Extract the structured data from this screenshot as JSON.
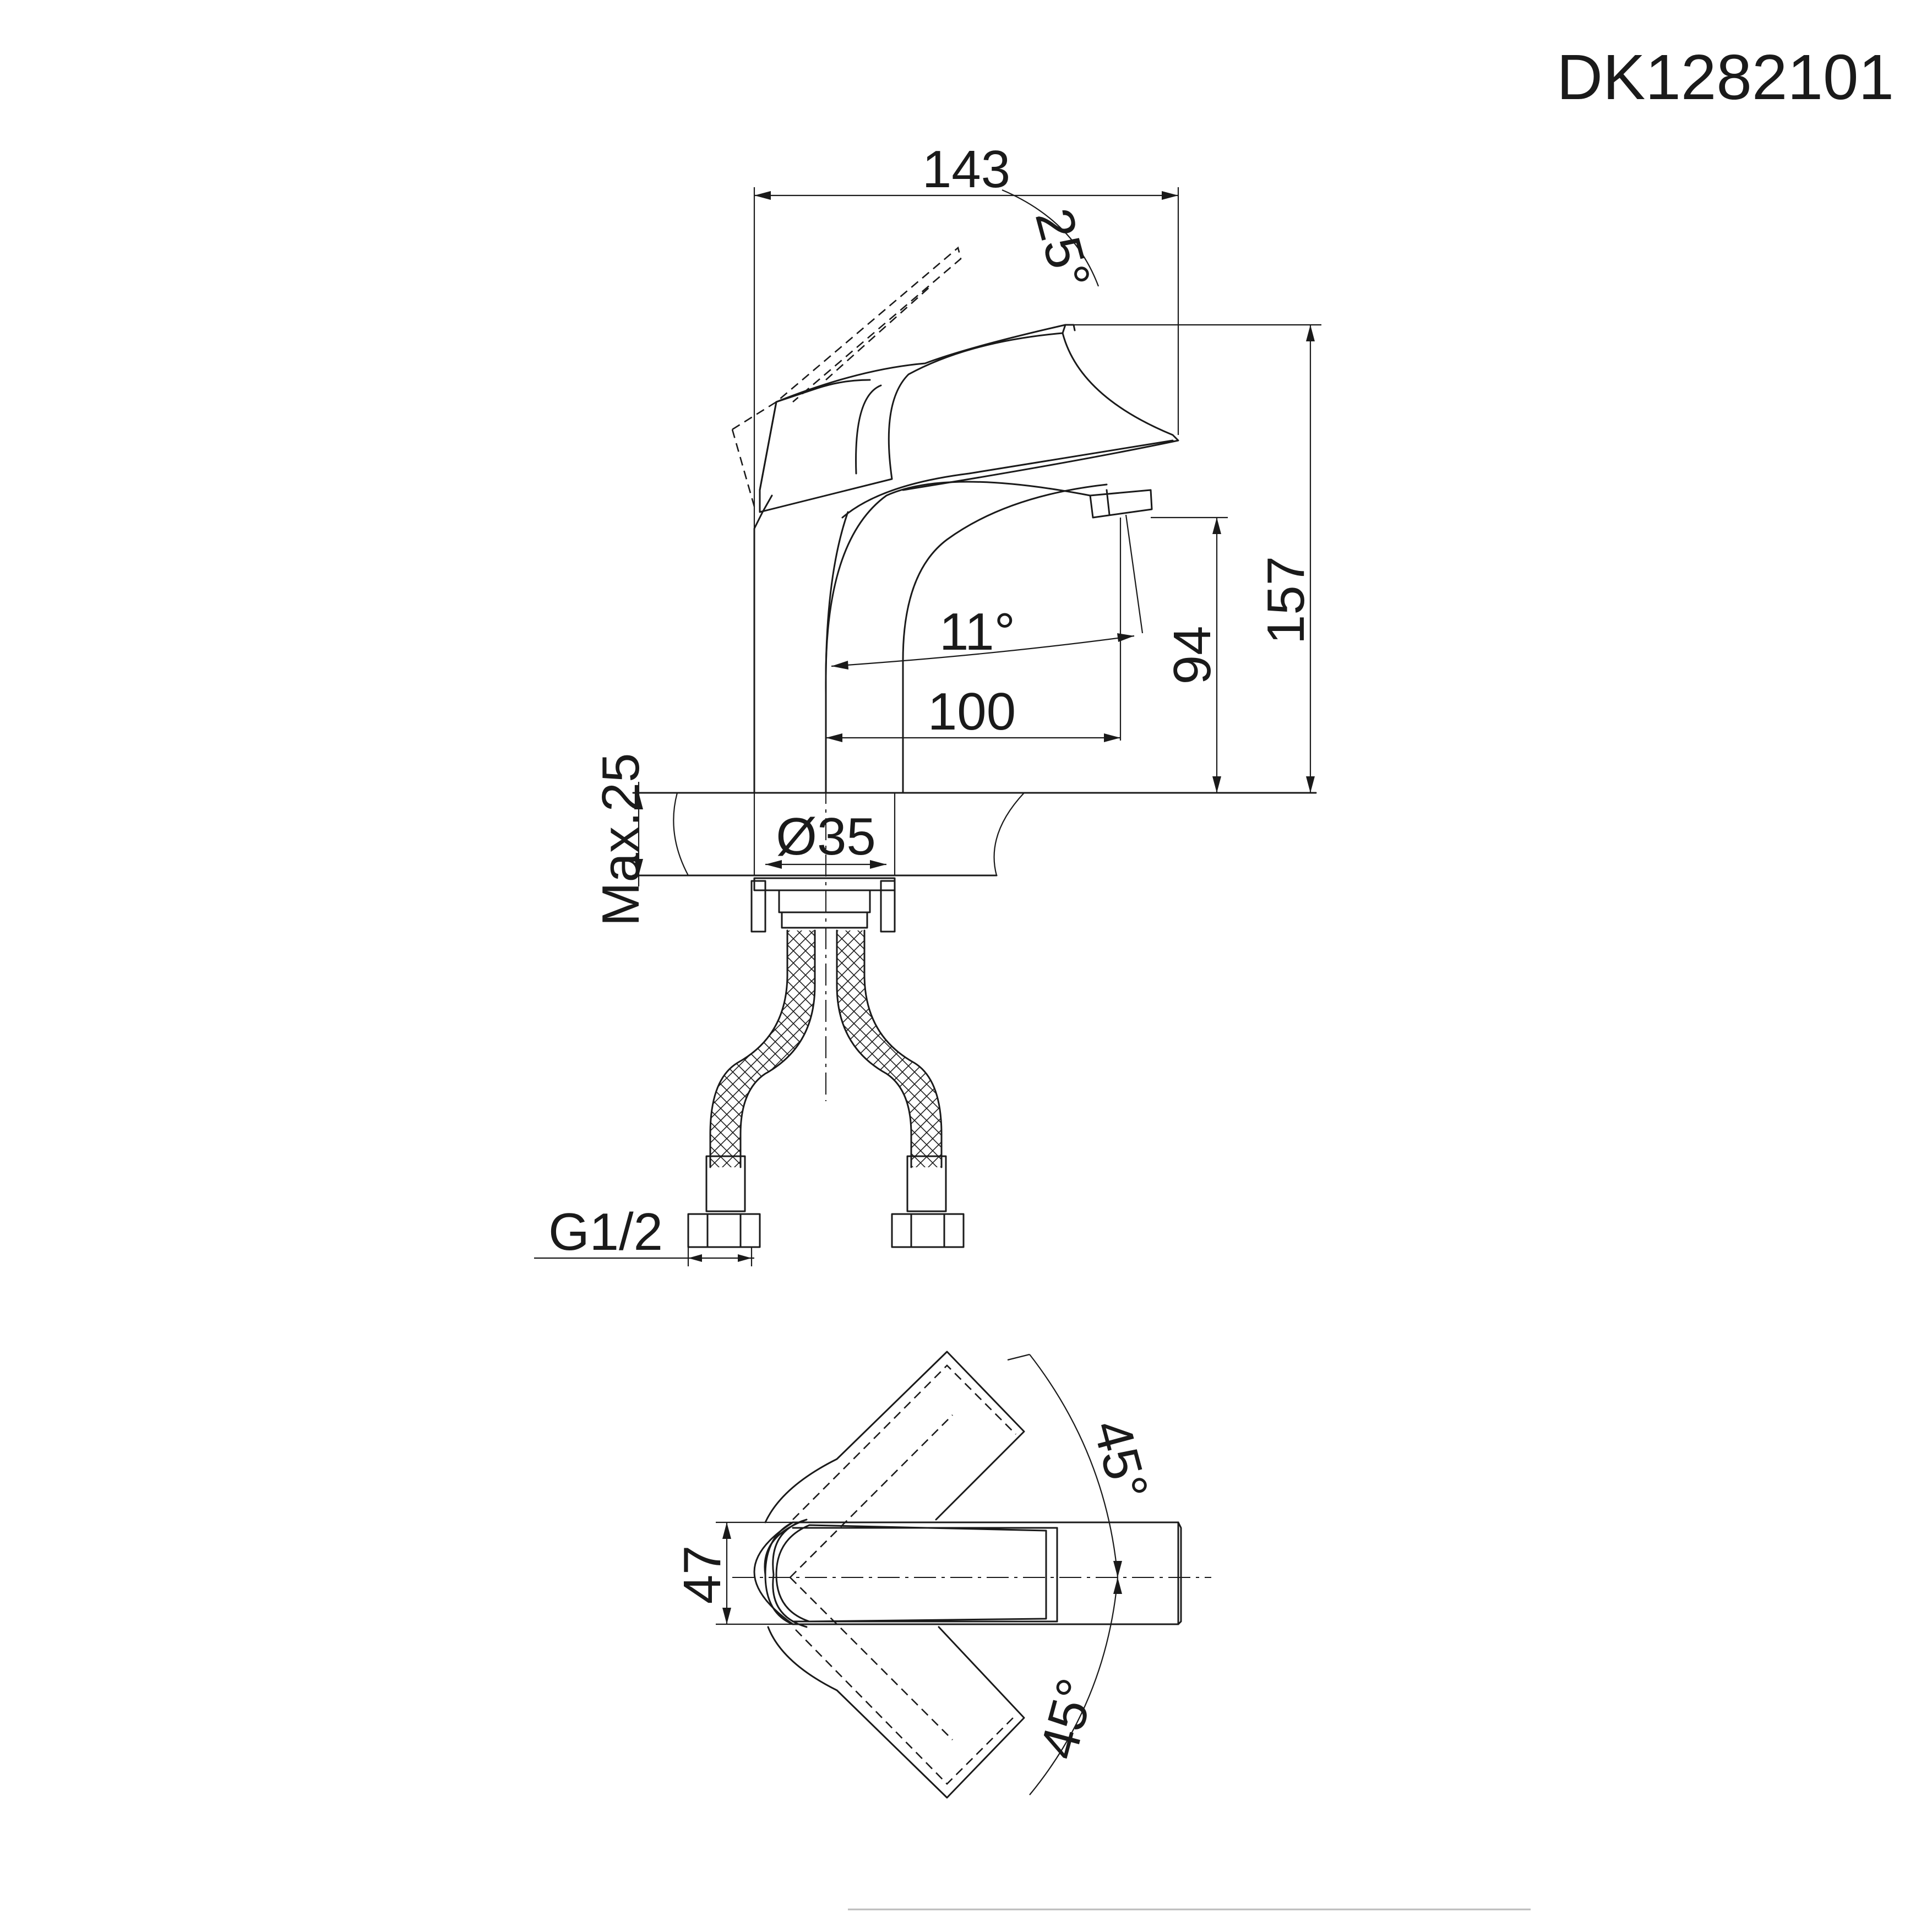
{
  "model_code": "DK1282101",
  "dimensions": {
    "width_total": "143",
    "lever_angle": "25°",
    "height_total": "157",
    "spout_height": "94",
    "spout_angle": "11°",
    "spout_reach": "100",
    "max_thickness": "Max.25",
    "hole_diameter": "Ø35",
    "thread": "G1/2",
    "body_width": "47",
    "rotation_left": "45°",
    "rotation_right": "45°"
  }
}
